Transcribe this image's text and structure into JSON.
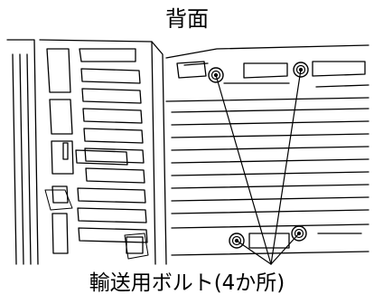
{
  "diagram": {
    "title": "背面",
    "callout_label": "輸送用ボルト(4か所)",
    "bolt_count": 4,
    "line_color": "#000000",
    "background": "#ffffff"
  }
}
